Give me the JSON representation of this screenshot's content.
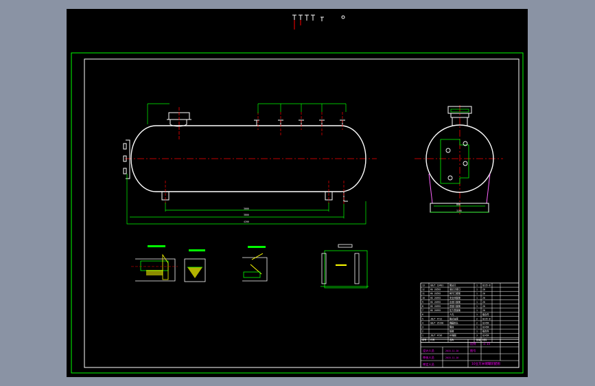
{
  "drawing": {
    "title_block": {
      "scale_label": "比例",
      "scale_value": "1:15",
      "sheet_label": "图号",
      "drawing_title": "10立方米储罐装配图",
      "rows_left": [
        "设计人员",
        "审核人员",
        "审定人员"
      ],
      "dates": [
        "2015.11.10",
        "2015.11.10"
      ]
    },
    "parts_table": {
      "rows": [
        {
          "no": "13",
          "code": "GB/T 13401",
          "name": "管法兰",
          "qty": "1",
          "mat": "Q235-B"
        },
        {
          "no": "12",
          "code": "HG 20592",
          "name": "液位计接口",
          "qty": "1",
          "mat": "20"
        },
        {
          "no": "11",
          "code": "HG 20592",
          "name": "排污口接管",
          "qty": "1",
          "mat": "20"
        },
        {
          "no": "10",
          "code": "HG 20592",
          "name": "安全阀接管",
          "qty": "1",
          "mat": "20"
        },
        {
          "no": "9",
          "code": "HG 20592",
          "name": "出液口接管",
          "qty": "1",
          "mat": "20"
        },
        {
          "no": "8",
          "code": "HG 20592",
          "name": "进液口接管",
          "qty": "1",
          "mat": "20"
        },
        {
          "no": "7",
          "code": "HG 20592",
          "name": "压力表接管",
          "qty": "1",
          "mat": "20"
        },
        {
          "no": "6",
          "code": "",
          "name": "人孔",
          "qty": "1",
          "mat": "组合件"
        },
        {
          "no": "5",
          "code": "JB/T 4712",
          "name": "鞍式支座",
          "qty": "2",
          "mat": "Q235-B"
        },
        {
          "no": "4",
          "code": "GB/T 25198",
          "name": "椭圆封头",
          "qty": "2",
          "mat": "Q345R"
        },
        {
          "no": "3",
          "code": "",
          "name": "筒体",
          "qty": "1",
          "mat": "Q345R"
        },
        {
          "no": "2",
          "code": "",
          "name": "铭牌",
          "qty": "1",
          "mat": "组合件"
        },
        {
          "no": "1",
          "code": "JB/T 4736",
          "name": "补强圈",
          "qty": "3",
          "mat": "Q345R"
        }
      ],
      "header": [
        "序号",
        "代号",
        "名称",
        "数量",
        "材料"
      ]
    },
    "colors": {
      "frame": "#00ff00",
      "vessel": "#ffffff",
      "centerline": "#ff0000",
      "dimension": "#00ff00",
      "support": "#ff66ff",
      "title_text": "#ff00ff",
      "detail": "#ffff00",
      "table_line": "#ffffff"
    }
  }
}
